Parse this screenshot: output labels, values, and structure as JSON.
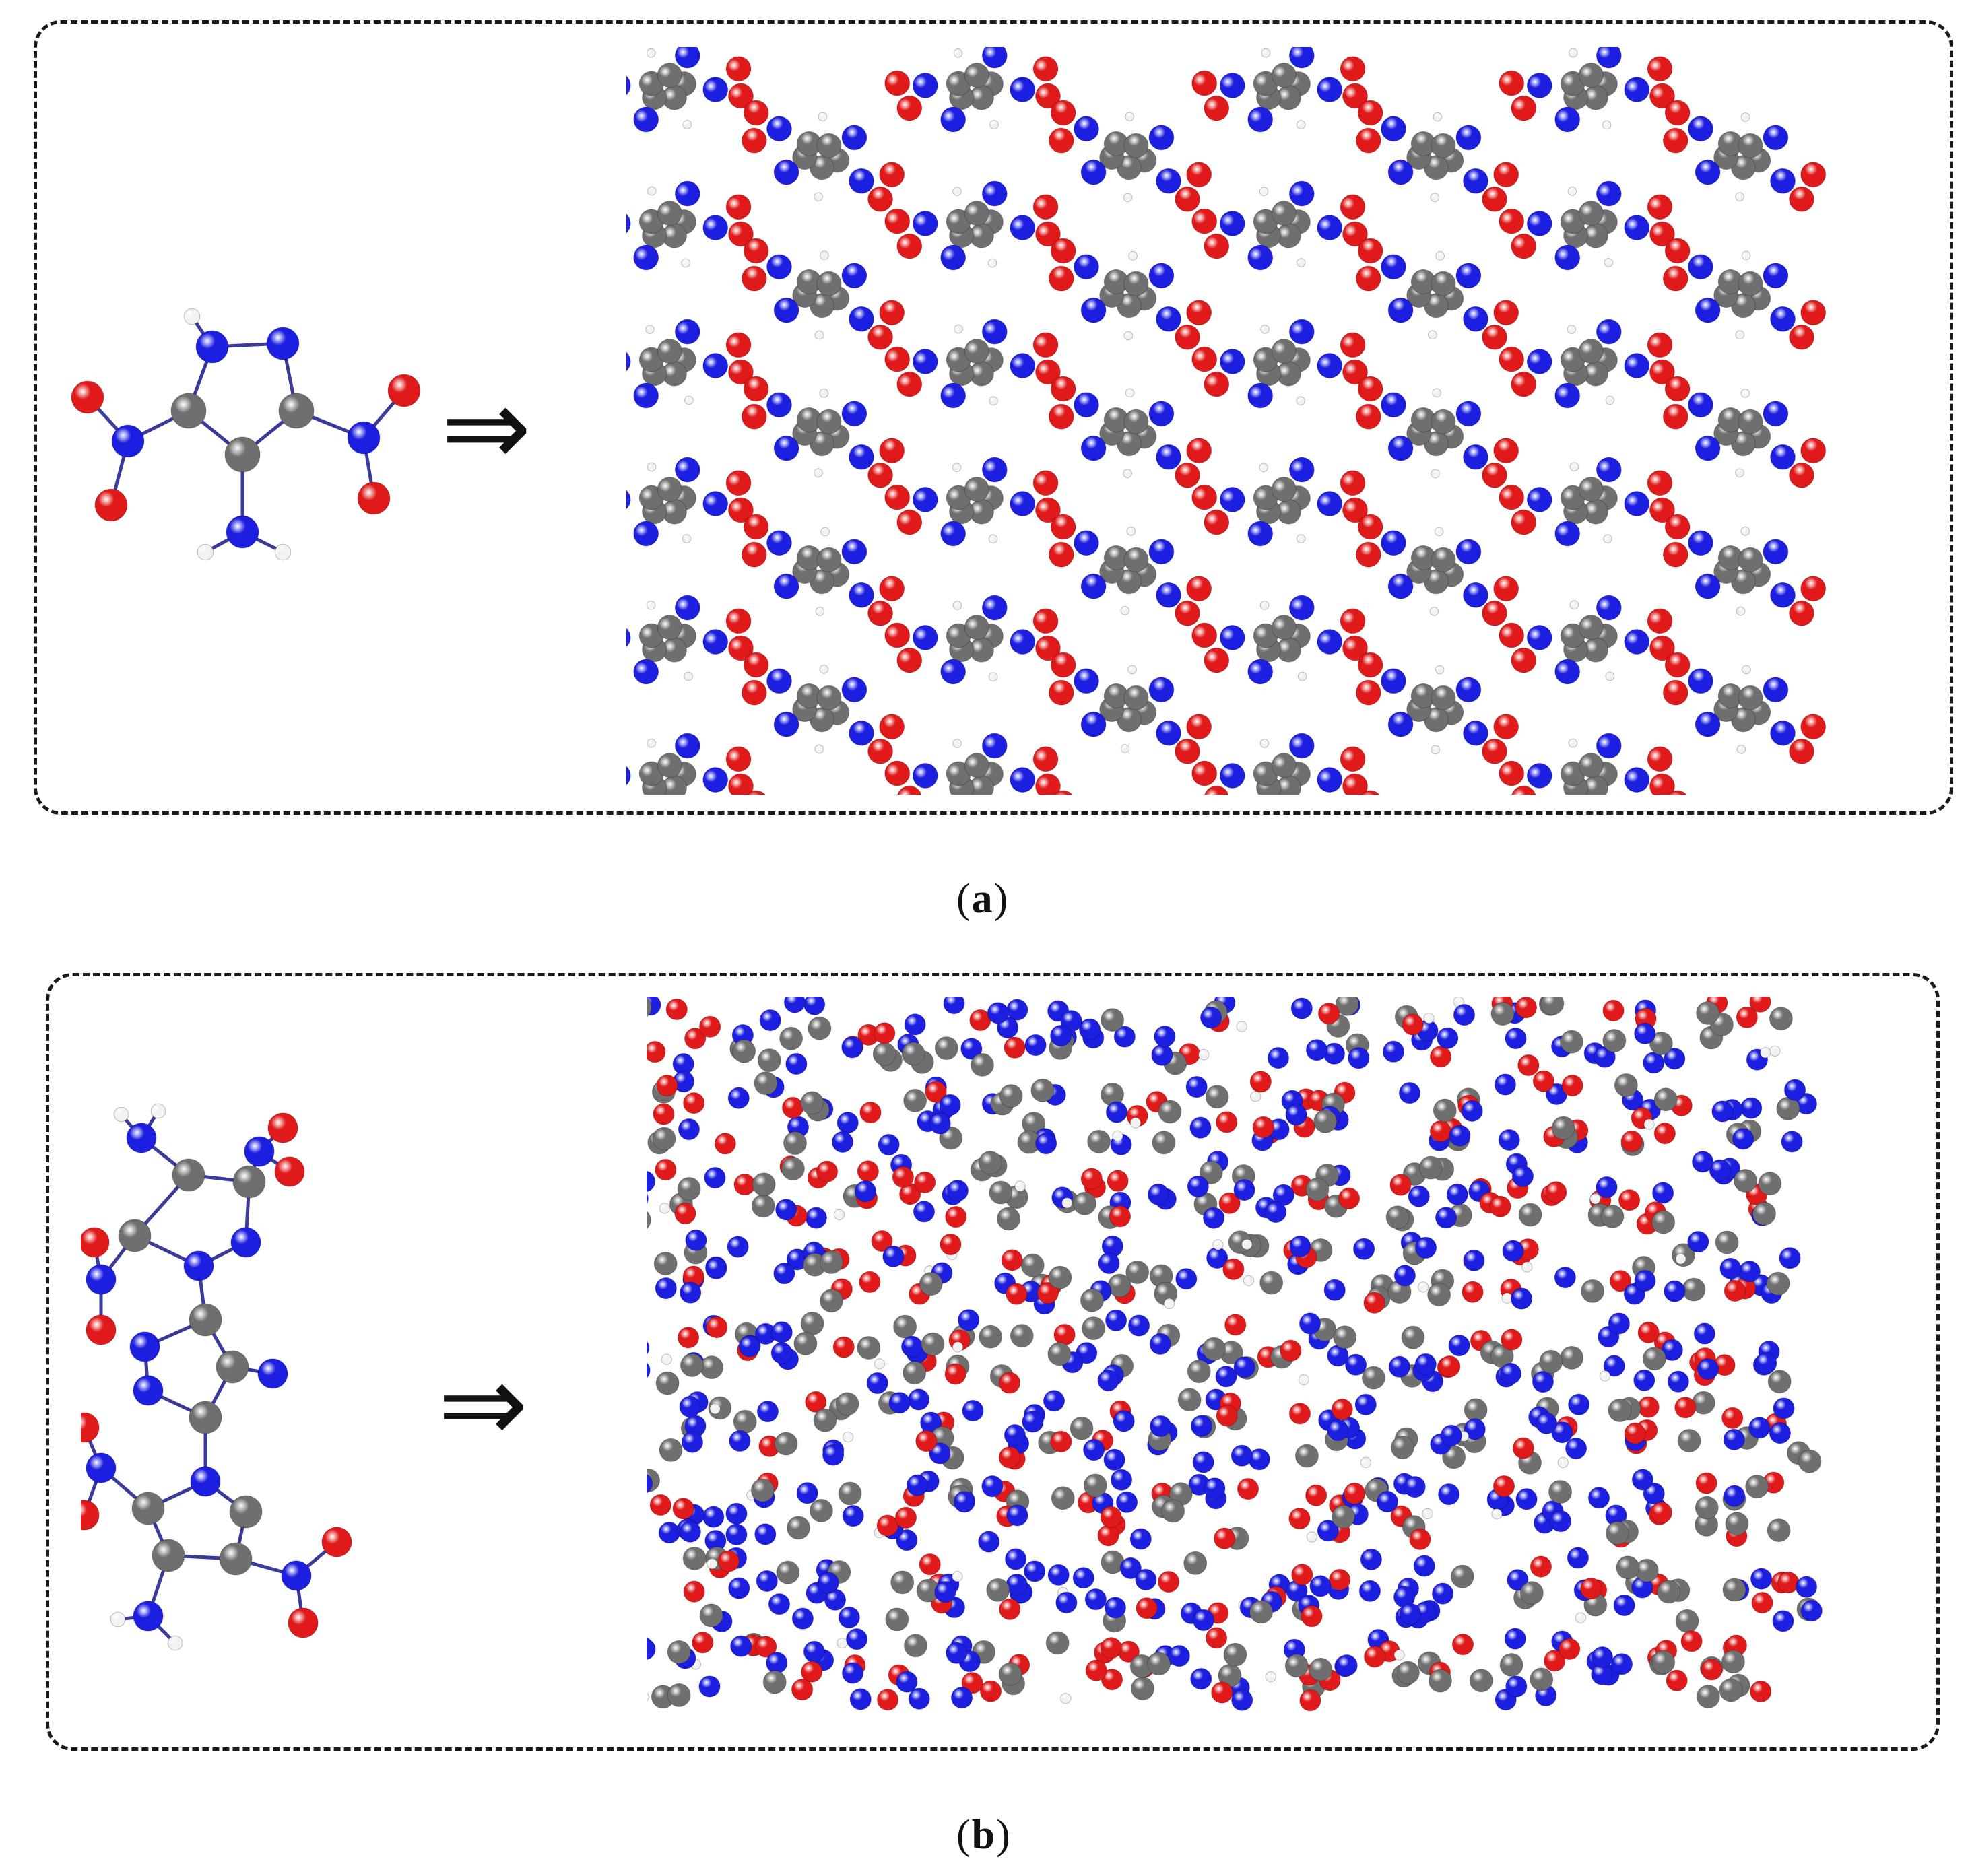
{
  "figure": {
    "panels": [
      {
        "id": "a",
        "caption_open": "(",
        "caption_letter": "a",
        "caption_close": ")",
        "arrow": "⇒"
      },
      {
        "id": "b",
        "caption_open": "(",
        "caption_letter": "b",
        "caption_close": ")",
        "arrow": "⇒"
      }
    ]
  },
  "colors": {
    "carbon": "#6f6f6f",
    "nitrogen": "#1c1ee0",
    "oxygen": "#e01a1a",
    "hydrogen": "#f2f2f2",
    "bond": "#3a3a9a",
    "border": "#1a1a1a"
  }
}
